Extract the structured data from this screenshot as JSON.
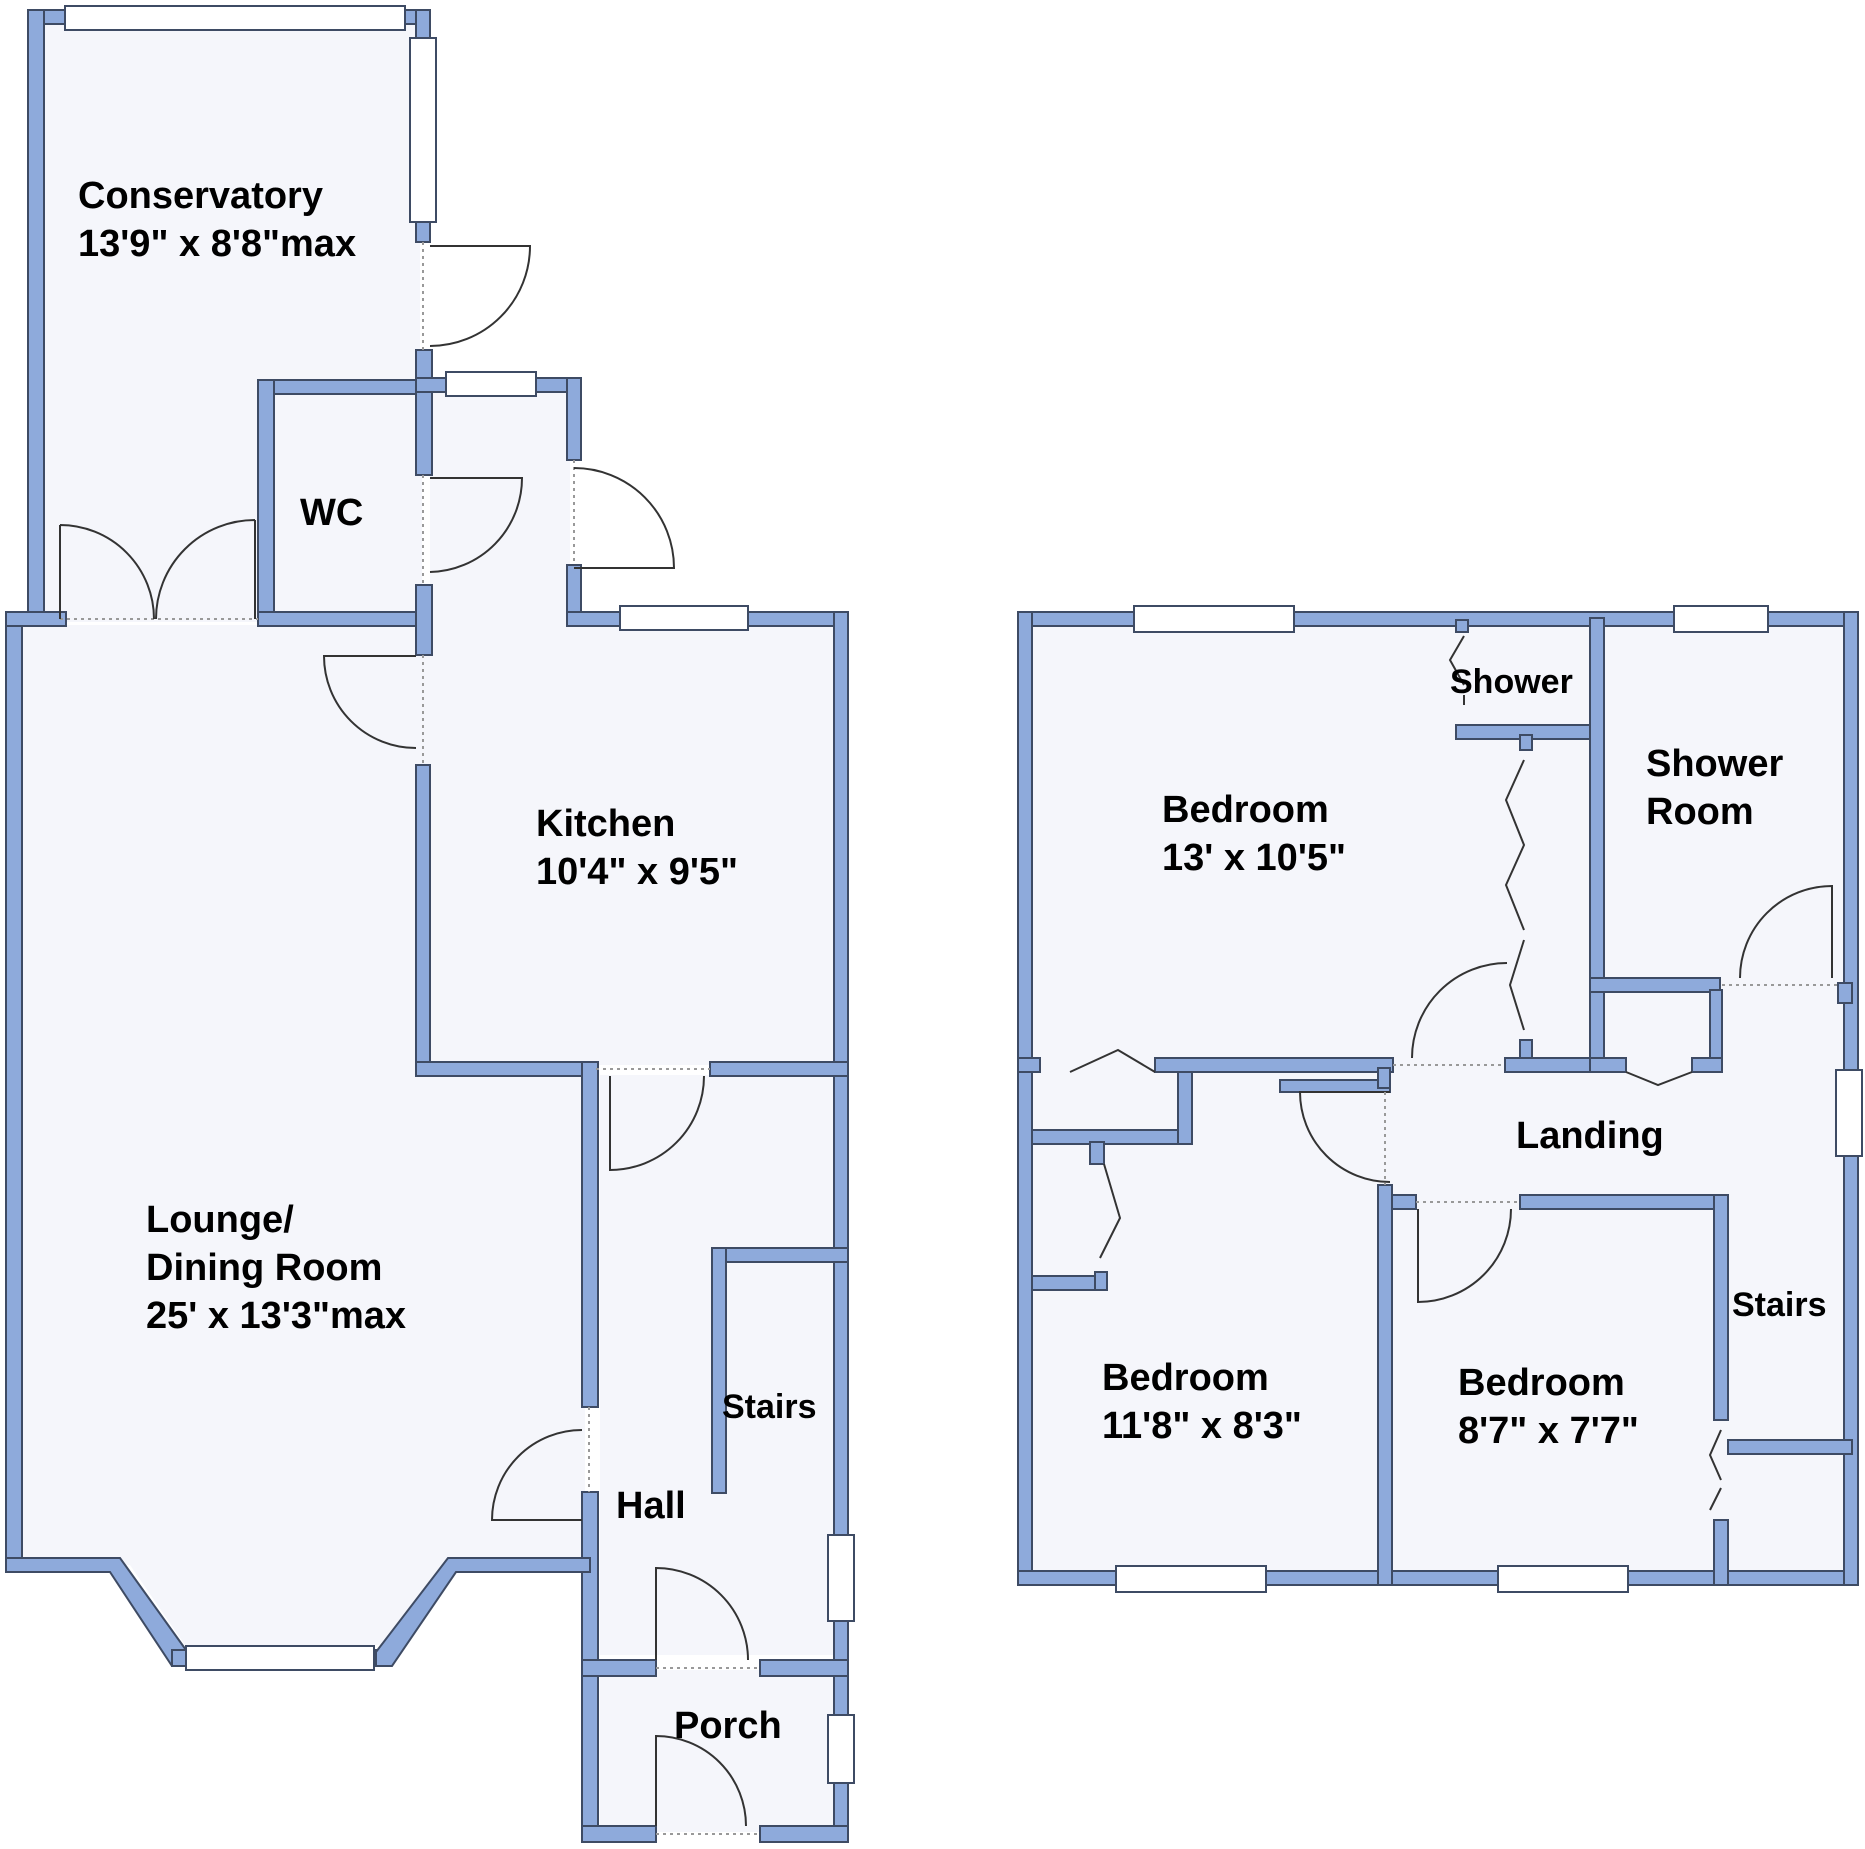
{
  "colors": {
    "wall": "#8eaadb",
    "wall_outline": "#3e4b64",
    "floor": "#f5f6fb",
    "window": "#ffffff"
  },
  "ground_floor": {
    "conservatory": {
      "name": "Conservatory",
      "size": "13'9\" x 8'8\"max"
    },
    "wc": {
      "name": "WC"
    },
    "kitchen": {
      "name": "Kitchen",
      "size": "10'4\" x 9'5\""
    },
    "lounge": {
      "name_line1": "Lounge/",
      "name_line2": "Dining Room",
      "size": "25' x 13'3\"max"
    },
    "stairs": {
      "name": "Stairs"
    },
    "hall": {
      "name": "Hall"
    },
    "porch": {
      "name": "Porch"
    }
  },
  "first_floor": {
    "bedroom1": {
      "name": "Bedroom",
      "size": "13' x 10'5\""
    },
    "ensuite": {
      "name": "Shower"
    },
    "shower_room": {
      "name_line1": "Shower",
      "name_line2": "Room"
    },
    "landing": {
      "name": "Landing"
    },
    "bedroom2": {
      "name": "Bedroom",
      "size": "11'8\" x 8'3\""
    },
    "bedroom3": {
      "name": "Bedroom",
      "size": "8'7\" x 7'7\""
    },
    "stairs": {
      "name": "Stairs"
    }
  }
}
